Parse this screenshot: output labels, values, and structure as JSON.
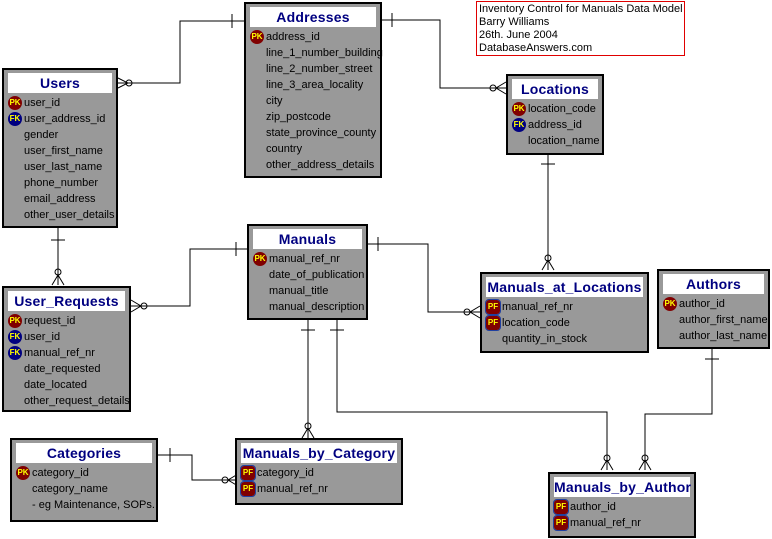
{
  "note": {
    "lines": [
      "Inventory Control for Manuals Data Model",
      "Barry Williams",
      "26th. June 2004",
      "DatabaseAnswers.com"
    ],
    "border_color": "#e00000"
  },
  "colors": {
    "entity_fill": "#999999",
    "title_text": "#000080",
    "pk_fill": "#800000",
    "fk_fill": "#000080",
    "key_text": "#ffff00"
  },
  "entities": {
    "addresses": {
      "name": "Addresses",
      "attrs": [
        {
          "key": "PK",
          "name": "address_id"
        },
        {
          "key": "",
          "name": "line_1_number_building"
        },
        {
          "key": "",
          "name": "line_2_number_street"
        },
        {
          "key": "",
          "name": "line_3_area_locality"
        },
        {
          "key": "",
          "name": "city"
        },
        {
          "key": "",
          "name": "zip_postcode"
        },
        {
          "key": "",
          "name": "state_province_county"
        },
        {
          "key": "",
          "name": "country"
        },
        {
          "key": "",
          "name": "other_address_details"
        }
      ]
    },
    "users": {
      "name": "Users",
      "attrs": [
        {
          "key": "PK",
          "name": "user_id"
        },
        {
          "key": "FK",
          "name": "user_address_id"
        },
        {
          "key": "",
          "name": "gender"
        },
        {
          "key": "",
          "name": "user_first_name"
        },
        {
          "key": "",
          "name": "user_last_name"
        },
        {
          "key": "",
          "name": "phone_number"
        },
        {
          "key": "",
          "name": "email_address"
        },
        {
          "key": "",
          "name": "other_user_details"
        }
      ]
    },
    "locations": {
      "name": "Locations",
      "attrs": [
        {
          "key": "PK",
          "name": "location_code"
        },
        {
          "key": "FK",
          "name": "address_id"
        },
        {
          "key": "",
          "name": "location_name"
        }
      ]
    },
    "manuals": {
      "name": "Manuals",
      "attrs": [
        {
          "key": "PK",
          "name": "manual_ref_nr"
        },
        {
          "key": "",
          "name": "date_of_publication"
        },
        {
          "key": "",
          "name": "manual_title"
        },
        {
          "key": "",
          "name": "manual_description"
        }
      ]
    },
    "user_requests": {
      "name": "User_Requests",
      "attrs": [
        {
          "key": "PK",
          "name": "request_id"
        },
        {
          "key": "FK",
          "name": "user_id"
        },
        {
          "key": "FK",
          "name": "manual_ref_nr"
        },
        {
          "key": "",
          "name": "date_requested"
        },
        {
          "key": "",
          "name": "date_located"
        },
        {
          "key": "",
          "name": "other_request_details"
        }
      ]
    },
    "manuals_at_locations": {
      "name": "Manuals_at_Locations",
      "attrs": [
        {
          "key": "PF",
          "name": "manual_ref_nr"
        },
        {
          "key": "PF",
          "name": "location_code"
        },
        {
          "key": "",
          "name": "quantity_in_stock"
        }
      ]
    },
    "authors": {
      "name": "Authors",
      "attrs": [
        {
          "key": "PK",
          "name": "author_id"
        },
        {
          "key": "",
          "name": "author_first_name"
        },
        {
          "key": "",
          "name": "author_last_name"
        }
      ]
    },
    "categories": {
      "name": "Categories",
      "attrs": [
        {
          "key": "PK",
          "name": "category_id"
        },
        {
          "key": "",
          "name": "category_name"
        },
        {
          "key": "",
          "name": "- eg Maintenance, SOPs."
        }
      ]
    },
    "manuals_by_category": {
      "name": "Manuals_by_Category",
      "attrs": [
        {
          "key": "PF",
          "name": "category_id"
        },
        {
          "key": "PF",
          "name": "manual_ref_nr"
        }
      ]
    },
    "manuals_by_author": {
      "name": "Manuals_by_Author",
      "attrs": [
        {
          "key": "PF",
          "name": "author_id"
        },
        {
          "key": "PF",
          "name": "manual_ref_nr"
        }
      ]
    }
  },
  "relationships": [
    {
      "from": "Addresses",
      "to": "Users",
      "type": "one-to-zero-or-many"
    },
    {
      "from": "Addresses",
      "to": "Locations",
      "type": "one-to-zero-or-many"
    },
    {
      "from": "Users",
      "to": "User_Requests",
      "type": "one-to-zero-or-many"
    },
    {
      "from": "Manuals",
      "to": "User_Requests",
      "type": "one-to-zero-or-many"
    },
    {
      "from": "Manuals",
      "to": "Manuals_at_Locations",
      "type": "one-to-zero-or-many"
    },
    {
      "from": "Locations",
      "to": "Manuals_at_Locations",
      "type": "one-to-zero-or-many"
    },
    {
      "from": "Manuals",
      "to": "Manuals_by_Category",
      "type": "one-to-zero-or-many"
    },
    {
      "from": "Categories",
      "to": "Manuals_by_Category",
      "type": "one-to-zero-or-many"
    },
    {
      "from": "Manuals",
      "to": "Manuals_by_Author",
      "type": "one-to-zero-or-many"
    },
    {
      "from": "Authors",
      "to": "Manuals_by_Author",
      "type": "one-to-zero-or-many"
    }
  ]
}
